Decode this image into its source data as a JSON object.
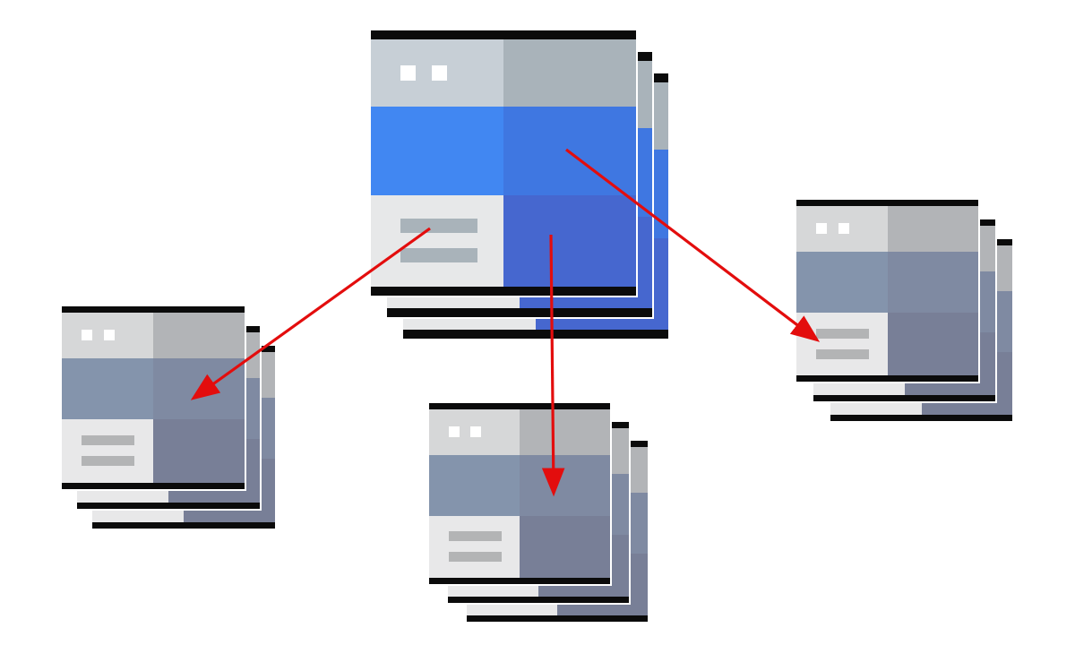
{
  "diagram": {
    "source_stack": {
      "role": "source",
      "layers": 3,
      "palette": {
        "header_left": "#c7cfd6",
        "header_right": "#a9b3ba",
        "middle_left": "#4187f2",
        "middle_right": "#3f77e1",
        "bottom_left": "#e7e8e9",
        "bottom_right": "#4667cf",
        "lines": "#a9b3ba"
      }
    },
    "target_stacks": [
      {
        "name": "left-copy",
        "role": "target",
        "layers": 3
      },
      {
        "name": "bottom-copy",
        "role": "target",
        "layers": 3
      },
      {
        "name": "right-copy",
        "role": "target",
        "layers": 3
      }
    ],
    "target_palette": {
      "header_left": "#d6d7d8",
      "header_right": "#b2b4b7",
      "middle_left": "#8494ac",
      "middle_right": "#7f8aa2",
      "bottom_left": "#e8e8e9",
      "bottom_right": "#787f97",
      "lines": "#b3b4b5"
    },
    "arrows": [
      {
        "from": "source_stack",
        "to": "left-copy"
      },
      {
        "from": "source_stack",
        "to": "bottom-copy"
      },
      {
        "from": "source_stack",
        "to": "right-copy"
      }
    ],
    "arrow_color": "#e30d0d",
    "frame_color": "#0b0b0b",
    "background": "#ffffff"
  }
}
